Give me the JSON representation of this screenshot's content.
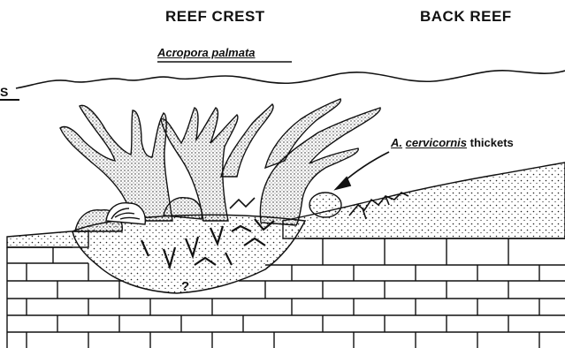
{
  "labels": {
    "reef_crest": "REEF CREST",
    "back_reef": "BACK REEF",
    "acropora_palmata": "Acropora palmata",
    "cervicornis_prefix": "A.",
    "cervicornis_species": "cervicornis",
    "cervicornis_suffix": "thickets",
    "question_mark": "?",
    "edge_fragment": "S"
  },
  "colors": {
    "ink": "#111111",
    "background": "#ffffff"
  }
}
